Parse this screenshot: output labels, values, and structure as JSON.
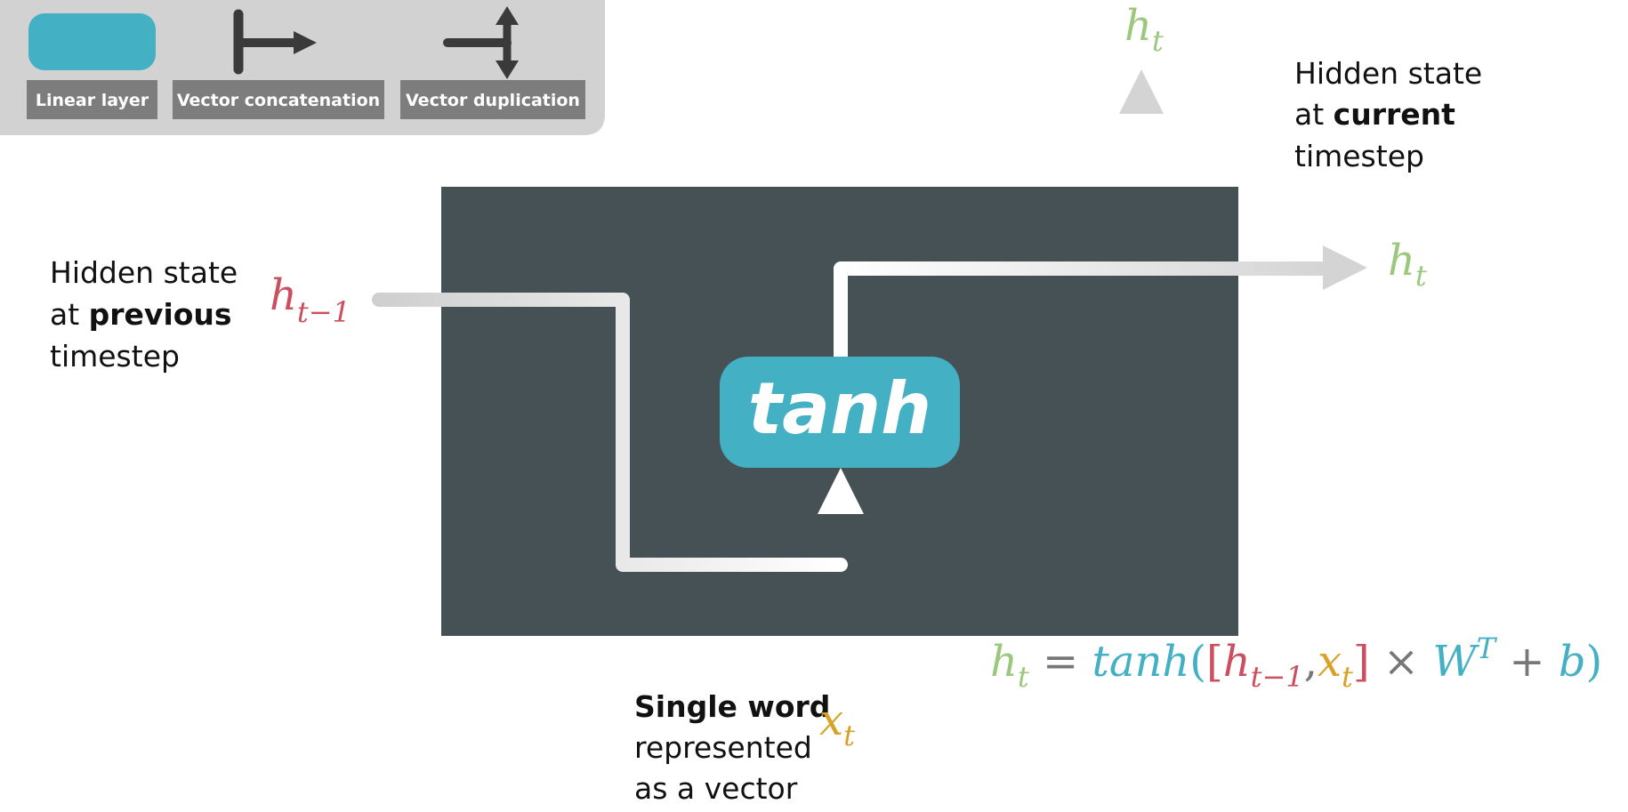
{
  "legend": {
    "items": [
      {
        "label": "Linear layer"
      },
      {
        "label": "Vector concatenation"
      },
      {
        "label": "Vector duplication"
      }
    ]
  },
  "captions": {
    "previous": {
      "line1": "Hidden state",
      "line2_pre": "at ",
      "line2_bold": "previous",
      "line3": "timestep"
    },
    "current": {
      "line1": "Hidden state",
      "line2_pre": "at ",
      "line2_bold": "current",
      "line3": "timestep"
    },
    "input": {
      "line1_bold": "Single word",
      "line2": "represented",
      "line3": "as a vector"
    }
  },
  "cell": {
    "activation": "tanh"
  },
  "symbols": {
    "h": "h",
    "t": "t",
    "t_minus_1": "t−1",
    "x": "x",
    "W": "W",
    "T": "T",
    "b": "b"
  },
  "equation": {
    "equals": "=",
    "open_bracket": "[",
    "comma": ",",
    "close_bracket": "]",
    "times": "×",
    "plus": "+",
    "open_paren": "(",
    "close_paren": ")",
    "tanh": "tanh"
  },
  "colors": {
    "cell_bg": "#465156",
    "linear": "#43b0c4",
    "arrow": "#d4d4d4",
    "hidden_prev": "#cc4f5f",
    "hidden_out": "#9cc87e",
    "input": "#d7a228",
    "operator": "#777777",
    "legend_bg": "#d2d2d2",
    "legend_label_bg": "#7d7d7d"
  }
}
